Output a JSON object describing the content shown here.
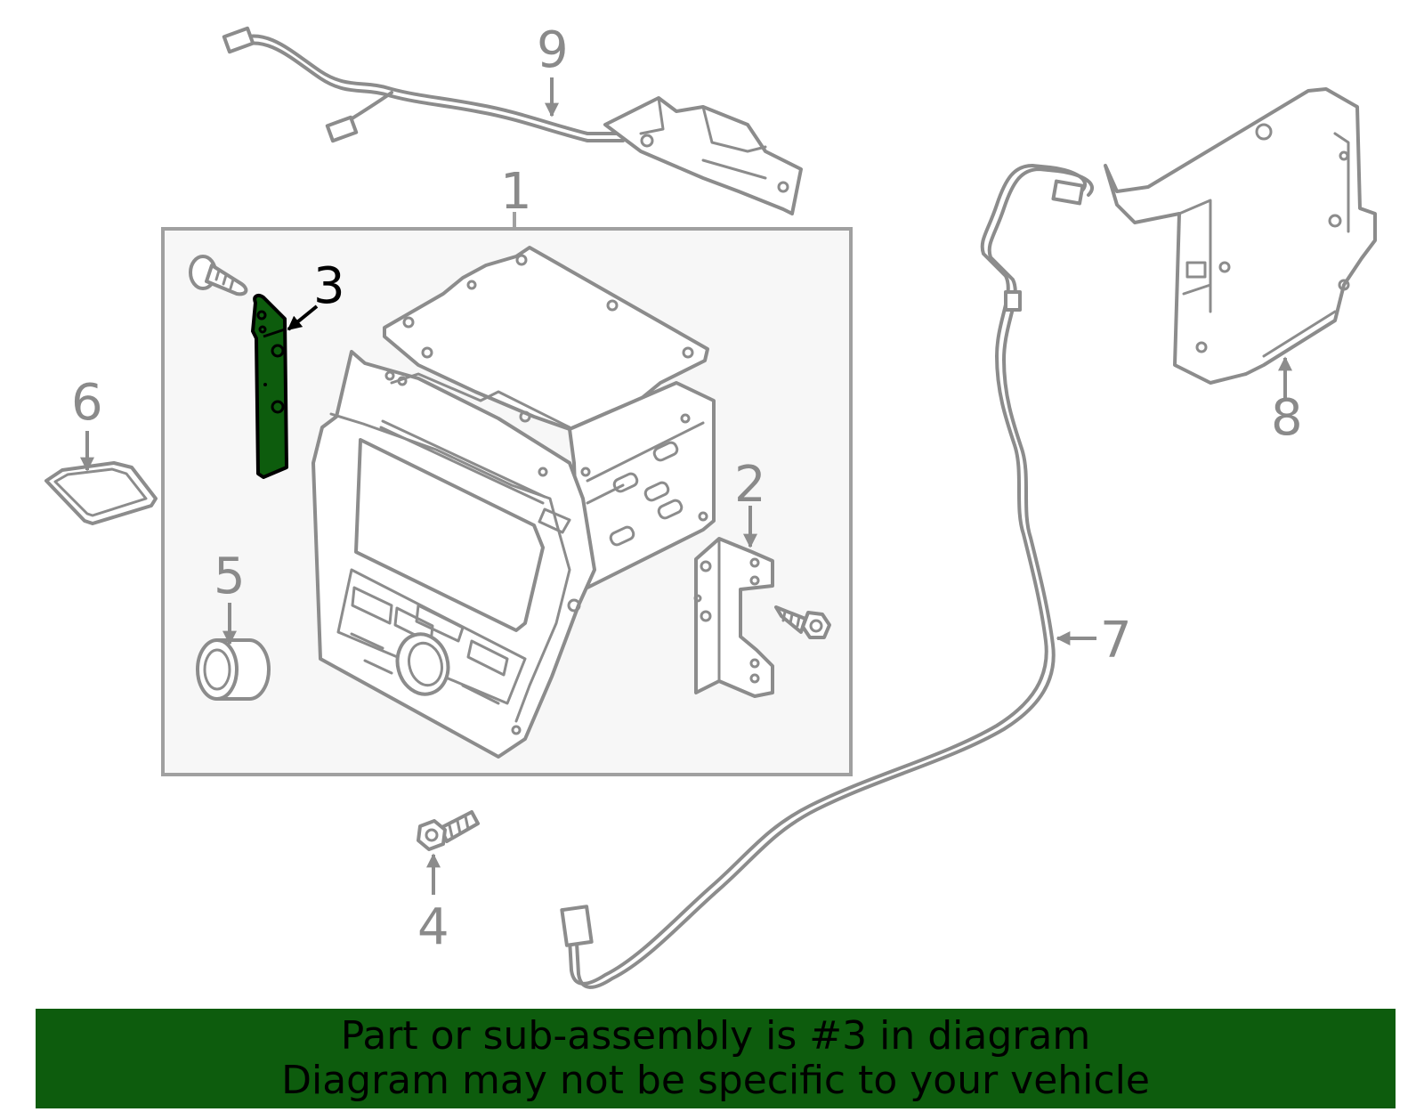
{
  "diagram": {
    "callouts": [
      "1",
      "2",
      "3",
      "4",
      "5",
      "6",
      "7",
      "8",
      "9"
    ],
    "highlighted_callout": "3",
    "highlight_color": "#0d5c0d",
    "line_color": "#8c8c8c"
  },
  "banner": {
    "line1": "Part or sub-assembly is #3 in diagram",
    "line2": "Diagram may not be specific to your vehicle",
    "background": "#0d5c0d"
  }
}
